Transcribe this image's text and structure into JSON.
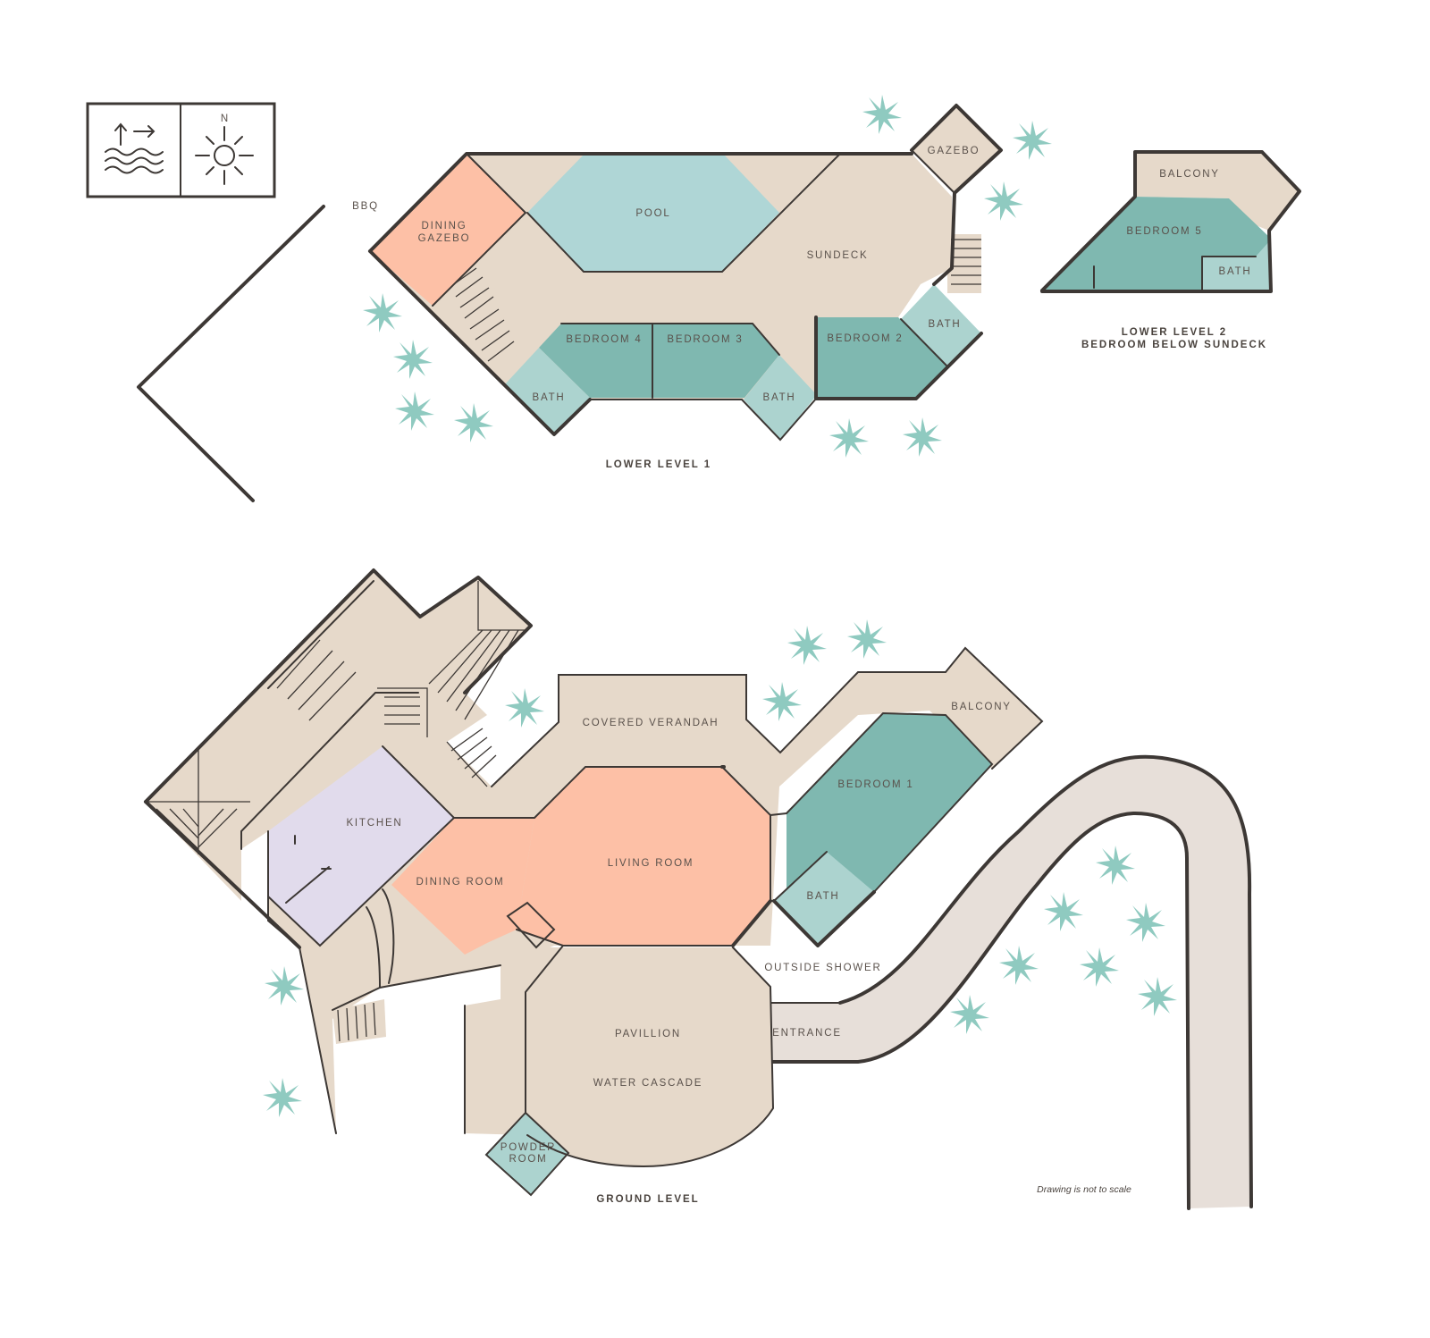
{
  "colors": {
    "deck": "#e6d9ca",
    "pool": "#afd6d6",
    "bedroom": "#7fb8b0",
    "bath": "#acd3cf",
    "coral": "#fdc0a6",
    "kitchen": "#e1dbec",
    "path": "#e7dfd9",
    "wall": "#3d3835",
    "plant": "#8fcac0",
    "label": "#5a514b"
  },
  "legend": {
    "left_icon": "ocean-waves-arrows-icon",
    "right_icon": "compass-sun-icon",
    "north_label": "N"
  },
  "lower_level_1": {
    "caption": "LOWER LEVEL 1",
    "rooms": {
      "bbq": "BBQ",
      "dining_gazebo_line1": "DINING",
      "dining_gazebo_line2": "GAZEBO",
      "pool": "POOL",
      "sundeck": "SUNDECK",
      "gazebo": "GAZEBO",
      "bedroom4": "BEDROOM 4",
      "bedroom3": "BEDROOM 3",
      "bedroom2": "BEDROOM 2",
      "bath_left": "BATH",
      "bath_mid": "BATH",
      "bath_right": "BATH"
    }
  },
  "lower_level_2": {
    "caption_line1": "LOWER LEVEL 2",
    "caption_line2": "BEDROOM BELOW SUNDECK",
    "rooms": {
      "balcony": "BALCONY",
      "bedroom5": "BEDROOM 5",
      "bath": "BATH"
    }
  },
  "ground_level": {
    "caption": "GROUND LEVEL",
    "rooms": {
      "covered_verandah": "COVERED VERANDAH",
      "balcony": "BALCONY",
      "bedroom1": "BEDROOM 1",
      "kitchen": "KITCHEN",
      "living_room": "LIVING ROOM",
      "dining_room": "DINING ROOM",
      "bath": "BATH",
      "outside_shower": "OUTSIDE SHOWER",
      "entrance": "ENTRANCE",
      "pavillion": "PAVILLION",
      "water_cascade": "WATER CASCADE",
      "powder_room_line1": "POWDER",
      "powder_room_line2": "ROOM"
    }
  },
  "footnote": "Drawing is not to scale"
}
